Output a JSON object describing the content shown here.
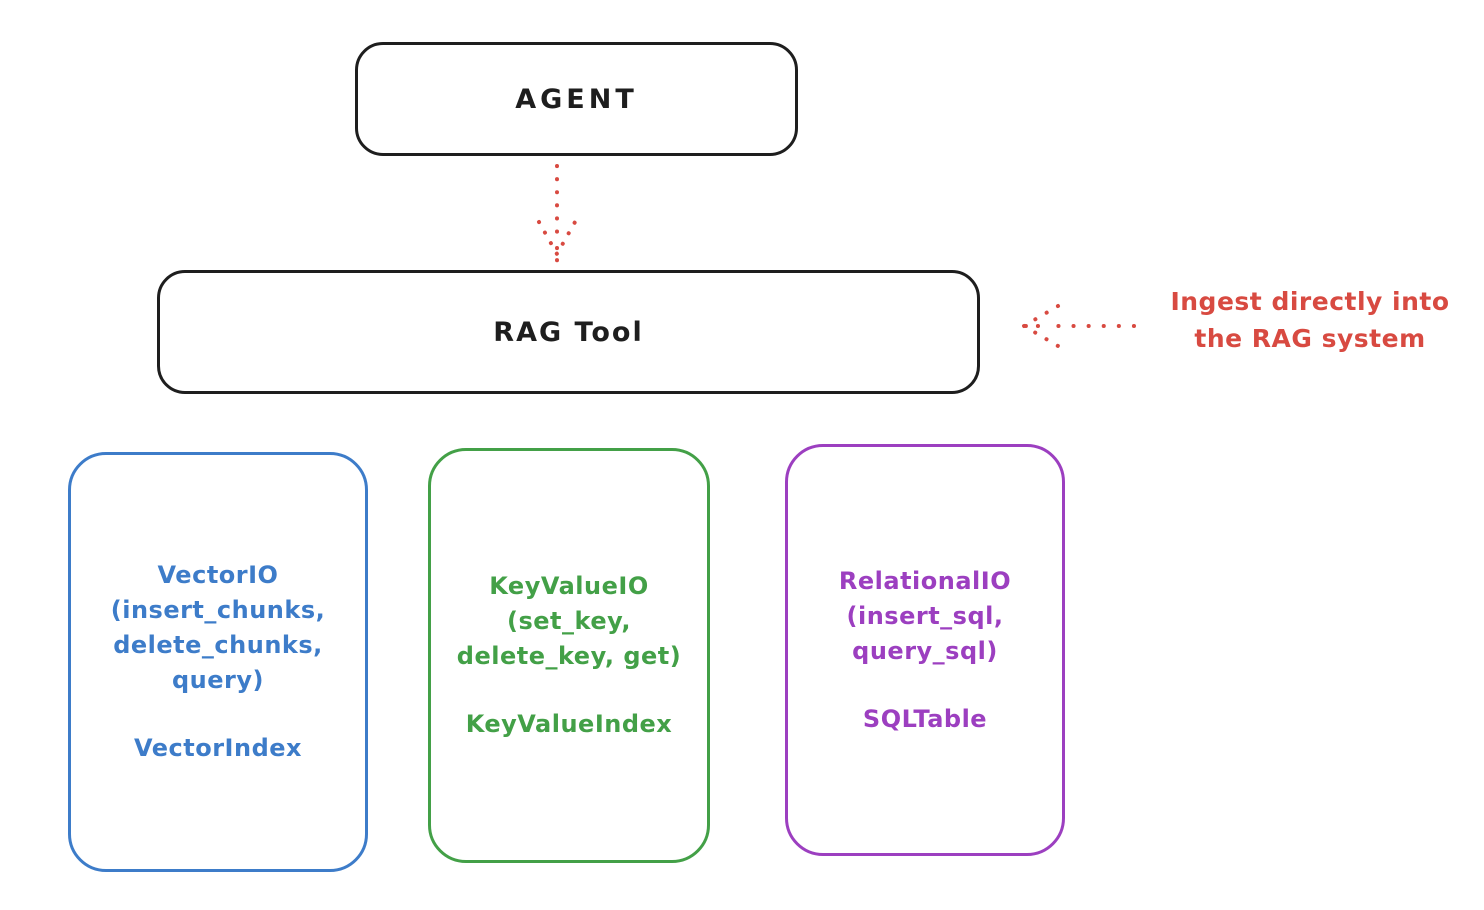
{
  "colors": {
    "stroke": "#1e1e1e",
    "red": "#d84a41",
    "blue": "#3d7cc9",
    "green": "#43a047",
    "purple": "#9c3fc0",
    "background": "#ffffff"
  },
  "diagram": {
    "agent": {
      "label": "AGENT"
    },
    "rag_tool": {
      "label": "RAG Tool"
    },
    "annotation": {
      "line1": "Ingest directly into",
      "line2": "the RAG system"
    },
    "backends": [
      {
        "id": "vector",
        "lines": [
          "VectorIO",
          "(insert_chunks,",
          "delete_chunks,",
          "query)"
        ],
        "index_label": "VectorIndex"
      },
      {
        "id": "keyvalue",
        "lines": [
          "KeyValueIO",
          "(set_key,",
          "delete_key, get)"
        ],
        "index_label": "KeyValueIndex"
      },
      {
        "id": "relational",
        "lines": [
          "RelationalIO",
          "(insert_sql,",
          "query_sql)"
        ],
        "index_label": "SQLTable"
      }
    ]
  }
}
